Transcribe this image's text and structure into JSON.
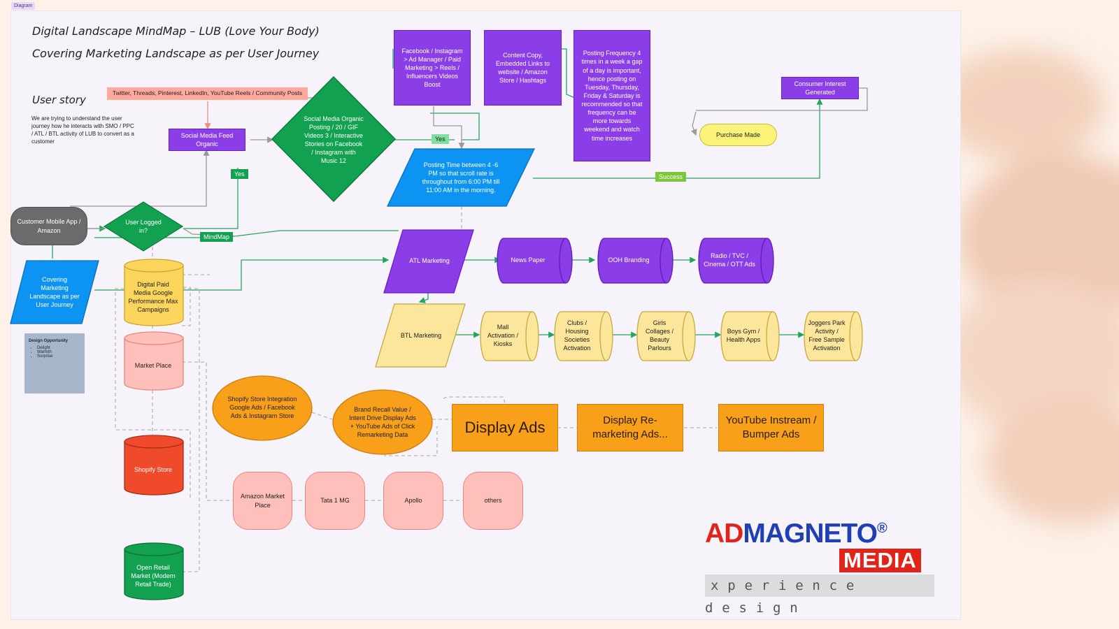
{
  "tag": "Diagram",
  "header": {
    "title1": "Digital Landscape MindMap – LUB (Love Your Body)",
    "title2": "Covering Marketing Landscape as per User Journey",
    "user_story_heading": "User story",
    "user_story_text": "We are trying to understand the user journey how he interacts with SMO / PPC / ATL / BTL activity of LUB to convert as a customer"
  },
  "nodes": {
    "channels": "Twitter, Threads, Pinterest, LinkedIn, YouTube Reels / Community Posts",
    "social_feed": "Social Media Feed Organic",
    "social_organic": "Social Media Organic Posting / 20 / GIF Videos 3 / Interactive Stories on Facebook / Instagram with Music 12",
    "fb_ads": "Facebook / Instagram > Ad Manager / Paid Marketing > Reels / Influencers Videos Boost",
    "content_copy": "Content Copy, Embedded Links to website / Amazon Store / Hashtags",
    "posting_freq": "Posting Frequency 4 times in a week a gap of a day is important, hence posting on Tuesday, Thursday, Friday & Saturday is recommended so that frequency can be more towards weekend and watch time increases",
    "posting_time": "Posting Time between 4 -6 PM so that scroll rate is throughout from 6:00 PM till 11:00 AM in the morning.",
    "consumer_interest": "Consumer Interest Generated",
    "purchase": "Purchase Made",
    "mobile_app": "Customer Mobile App / Amazon",
    "logged_in": "User Logged in?",
    "covering": "Covering Marketing Landscape as per User Journey",
    "digital_paid": "Digital Paid Media Google Performance Max Campaigns",
    "atl": "ATL Marketing",
    "newspaper": "News Paper",
    "ooh": "OOH Branding",
    "radio": "Radio / TVC / Cinema / OTT Ads",
    "btl": "BTL Marketing",
    "mall": "Mall Activation / Kiosks",
    "clubs": "Clubs / Housing Societies Activation",
    "girls": "Girls Collages / Beauty Parlours",
    "gym": "Boys Gym / Health Apps",
    "joggers": "Joggers Park Activity / Free Sample Activation",
    "market_place": "Market Place",
    "shopify_integration": "Shopify Store Integration Google Ads / Facebook Ads & Instagram Store",
    "brand_recall": "Brand Recall Value / Intent Drive Display Ads + YouTube Ads of Click Remarketing Data",
    "display_ads": "Display Ads",
    "display_remarketing": "Display Re-marketing Ads...",
    "youtube": "YouTube Instream / Bumper Ads",
    "shopify_store": "Shopify Store",
    "amazon": "Amazon Market Place",
    "tata": "Tata 1 MG",
    "apollo": "Apollo",
    "others": "others",
    "open_retail": "Open Retail Market (Modern Retail Trade)"
  },
  "labels": {
    "yes1": "Yes",
    "yes2": "Yes",
    "success": "Success",
    "mindmap": "MindMap"
  },
  "note": {
    "title": "Design Opportunity",
    "items": [
      "Delight",
      "Warmth",
      "Surprise"
    ]
  },
  "logo": {
    "line1a": "AD",
    "line1b": "MAGNETO",
    "reg": "®",
    "line2": "MEDIA",
    "line3": "xperience design"
  },
  "colors": {
    "purple": "#8b3de8",
    "green": "#12a150",
    "blue": "#0d93f2",
    "yellow": "#fcd65c",
    "pink": "#ffc0bb",
    "red": "#ef4a2b",
    "orange": "#f9a01b",
    "gray": "#6b6b6b",
    "logo_red": "#e2231a",
    "logo_blue": "#1f3fb5"
  }
}
